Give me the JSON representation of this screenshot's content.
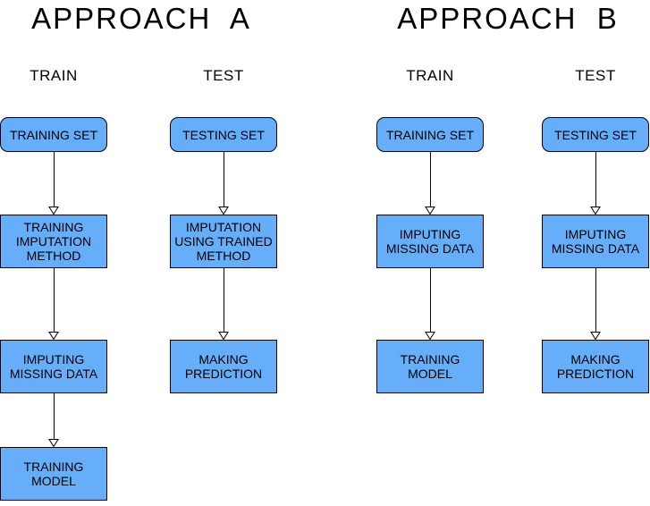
{
  "colors": {
    "background": "#FFFFFF",
    "box_fill": "#66AEFA",
    "box_border": "#000000",
    "text": "#000000"
  },
  "approaches": [
    {
      "title": "APPROACH  A",
      "columns": [
        {
          "header": "TRAIN",
          "nodes": [
            {
              "label": "TRAINING SET",
              "shape": "rounded"
            },
            {
              "label": "TRAINING\nIMPUTATION\nMETHOD",
              "shape": "rect"
            },
            {
              "label": "IMPUTING\nMISSING DATA",
              "shape": "rect"
            },
            {
              "label": "TRAINING\nMODEL",
              "shape": "rect"
            }
          ]
        },
        {
          "header": "TEST",
          "nodes": [
            {
              "label": "TESTING SET",
              "shape": "rounded"
            },
            {
              "label": "IMPUTATION\nUSING TRAINED\nMETHOD",
              "shape": "rect"
            },
            {
              "label": "MAKING\nPREDICTION",
              "shape": "rect"
            }
          ]
        }
      ]
    },
    {
      "title": "APPROACH  B",
      "columns": [
        {
          "header": "TRAIN",
          "nodes": [
            {
              "label": "TRAINING SET",
              "shape": "rounded"
            },
            {
              "label": "IMPUTING\nMISSING DATA",
              "shape": "rect"
            },
            {
              "label": "TRAINING\nMODEL",
              "shape": "rect"
            }
          ]
        },
        {
          "header": "TEST",
          "nodes": [
            {
              "label": "TESTING SET",
              "shape": "rounded"
            },
            {
              "label": "IMPUTING\nMISSING DATA",
              "shape": "rect"
            },
            {
              "label": "MAKING\nPREDICTION",
              "shape": "rect"
            }
          ]
        }
      ]
    }
  ]
}
